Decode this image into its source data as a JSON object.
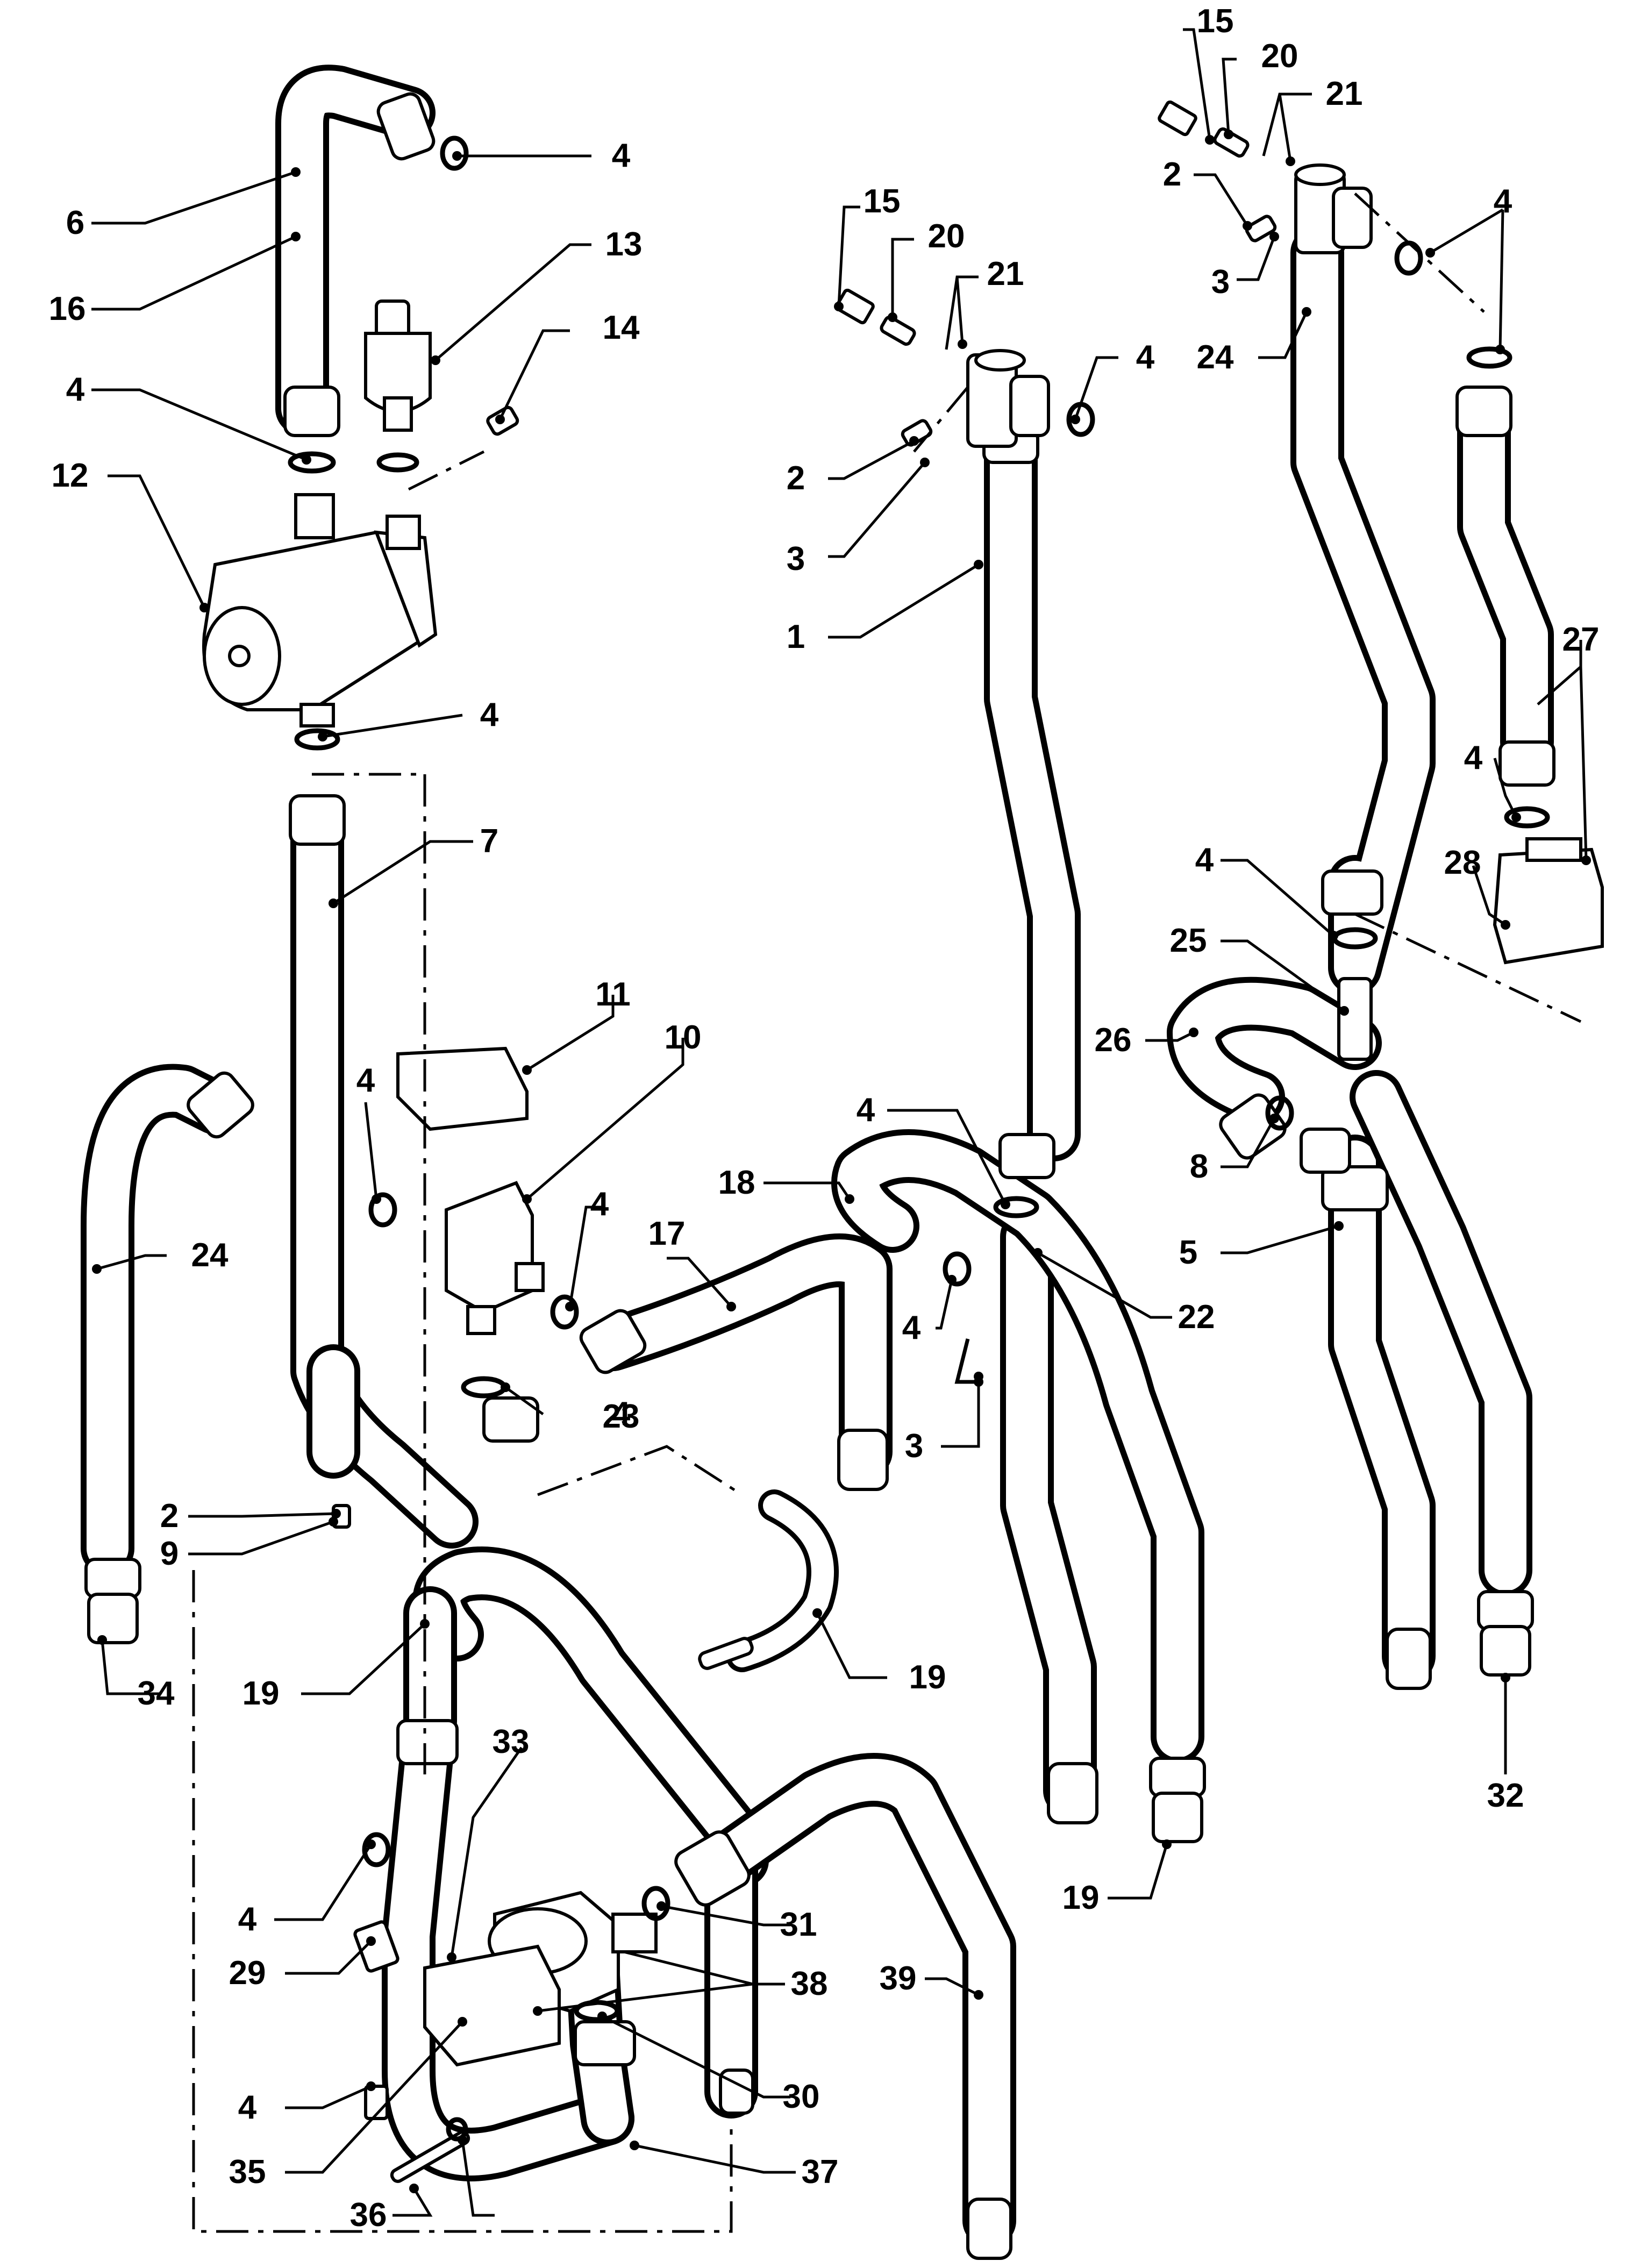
{
  "callouts": [
    {
      "id": "c1",
      "text": "15"
    },
    {
      "id": "c2",
      "text": "20"
    },
    {
      "id": "c3",
      "text": "21"
    },
    {
      "id": "c4",
      "text": "4"
    },
    {
      "id": "c5",
      "text": "2"
    },
    {
      "id": "c6",
      "text": "6"
    },
    {
      "id": "c7",
      "text": "3"
    },
    {
      "id": "c8",
      "text": "4"
    },
    {
      "id": "c9",
      "text": "15"
    },
    {
      "id": "c10",
      "text": "20"
    },
    {
      "id": "c11",
      "text": "13"
    },
    {
      "id": "c12",
      "text": "16"
    },
    {
      "id": "c13",
      "text": "21"
    },
    {
      "id": "c14",
      "text": "24"
    },
    {
      "id": "c15",
      "text": "14"
    },
    {
      "id": "c16",
      "text": "4"
    },
    {
      "id": "c17",
      "text": "4"
    },
    {
      "id": "c18",
      "text": "2"
    },
    {
      "id": "c19",
      "text": "12"
    },
    {
      "id": "c20",
      "text": "3"
    },
    {
      "id": "c21",
      "text": "1"
    },
    {
      "id": "c22",
      "text": "27"
    },
    {
      "id": "c23",
      "text": "4"
    },
    {
      "id": "c24",
      "text": "4"
    },
    {
      "id": "c25",
      "text": "7"
    },
    {
      "id": "c26",
      "text": "28"
    },
    {
      "id": "c27",
      "text": "4"
    },
    {
      "id": "c28",
      "text": "25"
    },
    {
      "id": "c29",
      "text": "11"
    },
    {
      "id": "c30",
      "text": "10"
    },
    {
      "id": "c31",
      "text": "26"
    },
    {
      "id": "c32",
      "text": "4"
    },
    {
      "id": "c33",
      "text": "4"
    },
    {
      "id": "c34",
      "text": "18"
    },
    {
      "id": "c35",
      "text": "4"
    },
    {
      "id": "c36",
      "text": "4"
    },
    {
      "id": "c37",
      "text": "8"
    },
    {
      "id": "c38",
      "text": "17"
    },
    {
      "id": "c39",
      "text": "24"
    },
    {
      "id": "c40",
      "text": "5"
    },
    {
      "id": "c41",
      "text": "22"
    },
    {
      "id": "c42",
      "text": "4"
    },
    {
      "id": "c43",
      "text": "23"
    },
    {
      "id": "c44",
      "text": "3"
    },
    {
      "id": "c45",
      "text": "2"
    },
    {
      "id": "c46",
      "text": "9"
    },
    {
      "id": "c47",
      "text": "19"
    },
    {
      "id": "c48",
      "text": "34"
    },
    {
      "id": "c49",
      "text": "19"
    },
    {
      "id": "c50",
      "text": "19"
    },
    {
      "id": "c51",
      "text": "32"
    },
    {
      "id": "c52",
      "text": "33"
    },
    {
      "id": "c53",
      "text": "4"
    },
    {
      "id": "c54",
      "text": "31"
    },
    {
      "id": "c55",
      "text": "29"
    },
    {
      "id": "c56",
      "text": "38"
    },
    {
      "id": "c57",
      "text": "39"
    },
    {
      "id": "c58",
      "text": "4"
    },
    {
      "id": "c59",
      "text": "30"
    },
    {
      "id": "c60",
      "text": "35"
    },
    {
      "id": "c61",
      "text": "37"
    },
    {
      "id": "c62",
      "text": "36"
    }
  ]
}
